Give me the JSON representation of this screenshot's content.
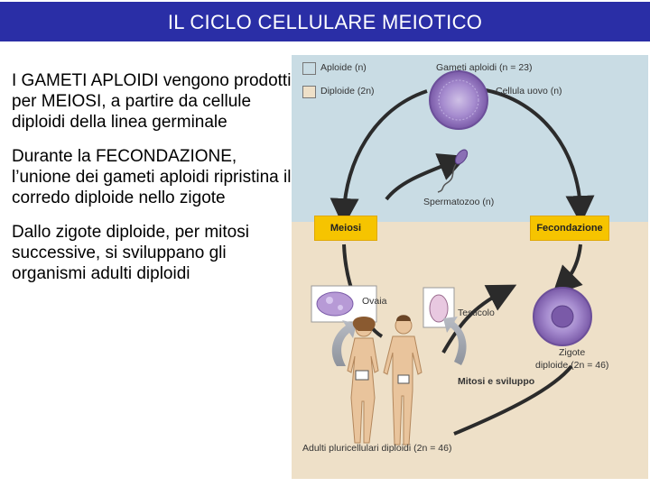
{
  "header": {
    "title": "IL CICLO CELLULARE MEIOTICO"
  },
  "text": {
    "p1": "I GAMETI APLOIDI vengono prodotti per MEIOSI, a partire da cellule diploidi della linea germinale",
    "p2": "Durante la FECONDAZIONE, l’unione dei gameti aploidi ripristina il corredo diploide nello zigote",
    "p3": "Dallo zigote diploide, per mitosi successive, si sviluppano gli organismi adulti diploidi"
  },
  "figure": {
    "legend_haploid": "Aploide (n)",
    "legend_diploid": "Diploide (2n)",
    "haploid_gametes": "Gameti aploidi (n = 23)",
    "egg_cell": "Cellula uovo (n)",
    "sperm": "Spermatozoo (n)",
    "meiosis": "Meiosi",
    "fertilization": "Fecondazione",
    "ovary": "Ovaia",
    "testis": "Testicolo",
    "zygote_line1": "Zigote",
    "zygote_line2": "diploide (2n = 46)",
    "mitosis": "Mitosi e sviluppo",
    "adults": "Adulti pluricellulari diploidi (2n = 46)",
    "colors": {
      "haploid_bg": "#c9dce4",
      "diploid_bg": "#eee0c8",
      "box": "#f6c400",
      "arrow": "#2b2b2b",
      "cell": "#8a6fb5"
    }
  }
}
